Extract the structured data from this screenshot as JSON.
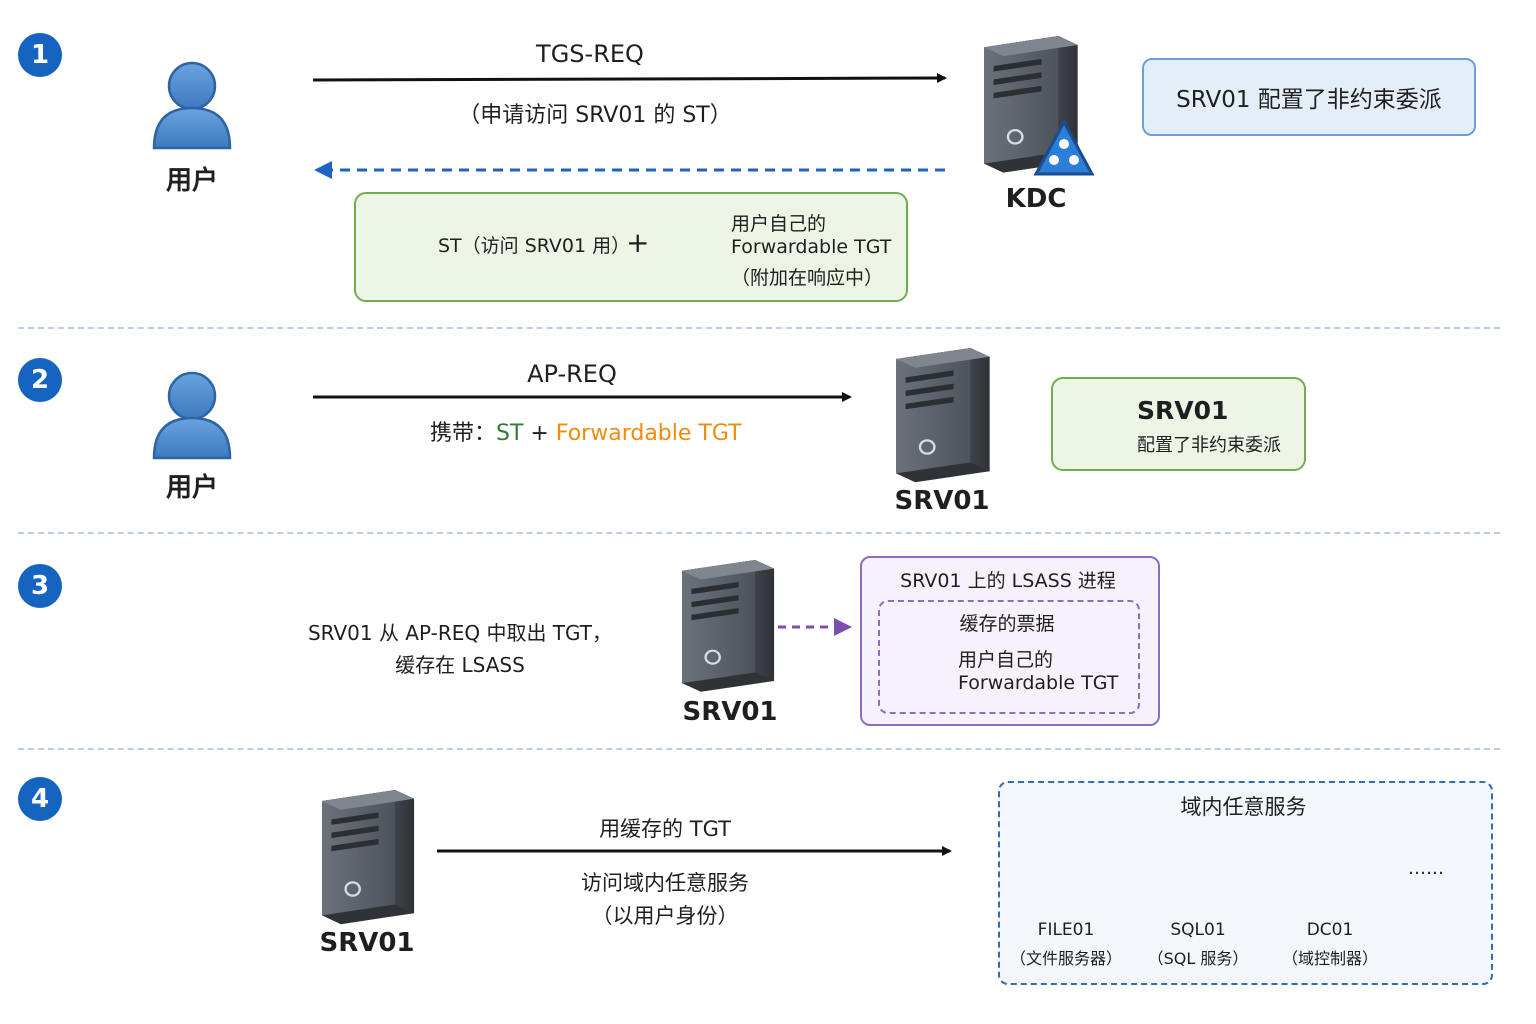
{
  "steps": [
    "1",
    "2",
    "3",
    "4"
  ],
  "step1": {
    "user_label": "用户",
    "req_label": "TGS-REQ",
    "req_sub": "（申请访问 SRV01 的 ST）",
    "kdc_label": "KDC",
    "note": "SRV01 配置了非约束委派",
    "resp_st": "ST（访问 SRV01 用）",
    "plus": "+",
    "resp_tgt_line1": "用户自己的",
    "resp_tgt_line2": "Forwardable TGT",
    "resp_tgt_line3": "（附加在响应中）"
  },
  "step2": {
    "user_label": "用户",
    "req_label": "AP-REQ",
    "carry_prefix": "携带：",
    "carry_st": "ST",
    "carry_plus": " + ",
    "carry_tgt": "Forwardable TGT",
    "server_label": "SRV01",
    "note_title": "SRV01",
    "note_sub": "配置了非约束委派"
  },
  "step3": {
    "desc_line1": "SRV01 从 AP-REQ 中取出 TGT，",
    "desc_line2": "缓存在 LSASS",
    "server_label": "SRV01",
    "lsass_title": "SRV01 上的 LSASS 进程",
    "cache_title": "缓存的票据",
    "cache_line1": "用户自己的",
    "cache_line2": "Forwardable TGT"
  },
  "step4": {
    "server_label": "SRV01",
    "arrow_top": "用缓存的 TGT",
    "arrow_sub1": "访问域内任意服务",
    "arrow_sub2": "（以用户身份）",
    "group_title": "域内任意服务",
    "services": [
      {
        "name": "FILE01",
        "desc": "（文件服务器）"
      },
      {
        "name": "SQL01",
        "desc": "（SQL 服务）"
      },
      {
        "name": "DC01",
        "desc": "（域控制器）"
      }
    ],
    "ellipsis": "……"
  },
  "colors": {
    "step_badge": "#1565c0",
    "user_icon": "#4a86c8",
    "server_body": "#555b63",
    "st_ticket": "#2e7d32",
    "tgt_ticket": "#ef8c10",
    "purple": "#7b4fb0",
    "dashed_blue": "#2f6db5"
  },
  "icons": [
    "user-icon",
    "server-icon",
    "ticket-icon",
    "triangle-network-icon"
  ]
}
